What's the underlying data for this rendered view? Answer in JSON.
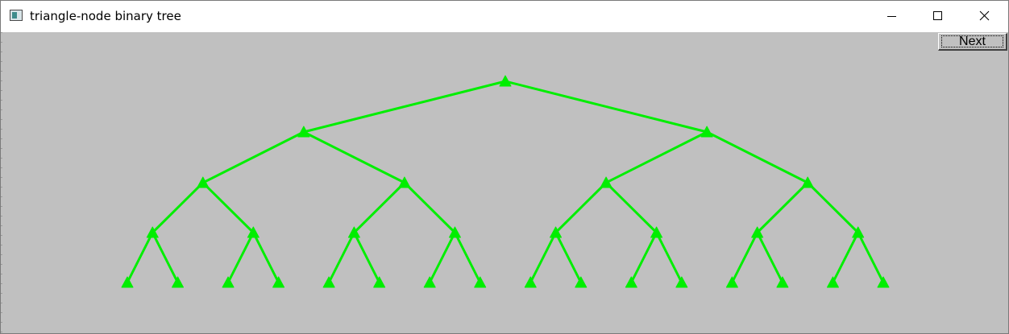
{
  "window": {
    "title": "triangle-node binary tree",
    "controls": {
      "minimize": "minimize",
      "maximize": "maximize",
      "close": "close"
    }
  },
  "toolbar": {
    "next_label": "Next"
  },
  "tree": {
    "depth": 5,
    "node_shape": "triangle",
    "node_count": 31,
    "edge_count": 30,
    "color": "#00ee00"
  },
  "colors": {
    "canvas_background": "#c0c0c0",
    "tree_green": "#00ee00"
  }
}
